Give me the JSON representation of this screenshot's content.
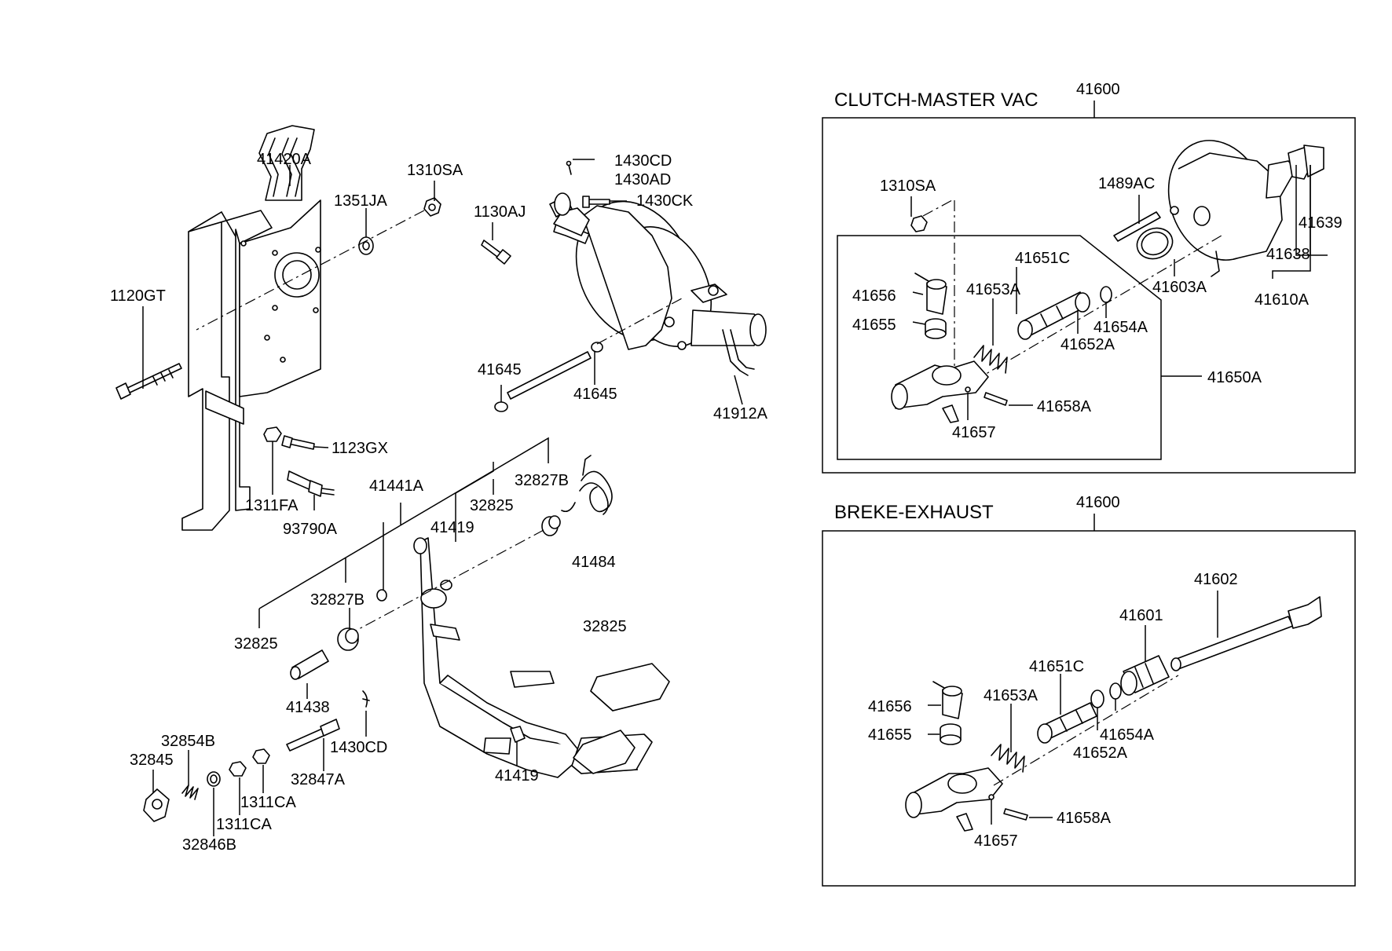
{
  "sections": {
    "clutch_title": "CLUTCH-MASTER VAC",
    "clutch_assembly": "41600",
    "brake_title": "BREKE-EXHAUST",
    "brake_assembly": "41600"
  },
  "labels": {
    "l41420A": "41420A",
    "l1310SA": "1310SA",
    "l1351JA": "1351JA",
    "l1120GT": "1120GT",
    "l1130AJ": "1130AJ",
    "l1430CD_top": "1430CD",
    "l1430AD": "1430AD",
    "l1430CK": "1430CK",
    "l41645_a": "41645",
    "l41645_b": "41645",
    "l41912A": "41912A",
    "l1123GX": "1123GX",
    "l1311FA": "1311FA",
    "l93790A": "93790A",
    "l41441A": "41441A",
    "l32825_a": "32825",
    "l32827B_a": "32827B",
    "l41419_a": "41419",
    "l41484": "41484",
    "l32827B_b": "32827B",
    "l32825_b": "32825",
    "l32825_c": "32825",
    "l41438": "41438",
    "l1430CD_bot": "1430CD",
    "l32847A": "32847A",
    "l41419_b": "41419",
    "l32854B": "32854B",
    "l32845": "32845",
    "l1311CA_a": "1311CA",
    "l1311CA_b": "1311CA",
    "l32846B": "32846B",
    "c1310SA": "1310SA",
    "c1489AC": "1489AC",
    "c41639": "41639",
    "c41638": "41638",
    "c41610A": "41610A",
    "c41603A": "41603A",
    "c41651C": "41651C",
    "c41656": "41656",
    "c41653A": "41653A",
    "c41655": "41655",
    "c41652A": "41652A",
    "c41654A": "41654A",
    "c41650A": "41650A",
    "c41658A": "41658A",
    "c41657": "41657",
    "b41602": "41602",
    "b41601": "41601",
    "b41651C": "41651C",
    "b41656": "41656",
    "b41653A": "41653A",
    "b41655": "41655",
    "b41654A": "41654A",
    "b41652A": "41652A",
    "b41658A": "41658A",
    "b41657": "41657"
  }
}
